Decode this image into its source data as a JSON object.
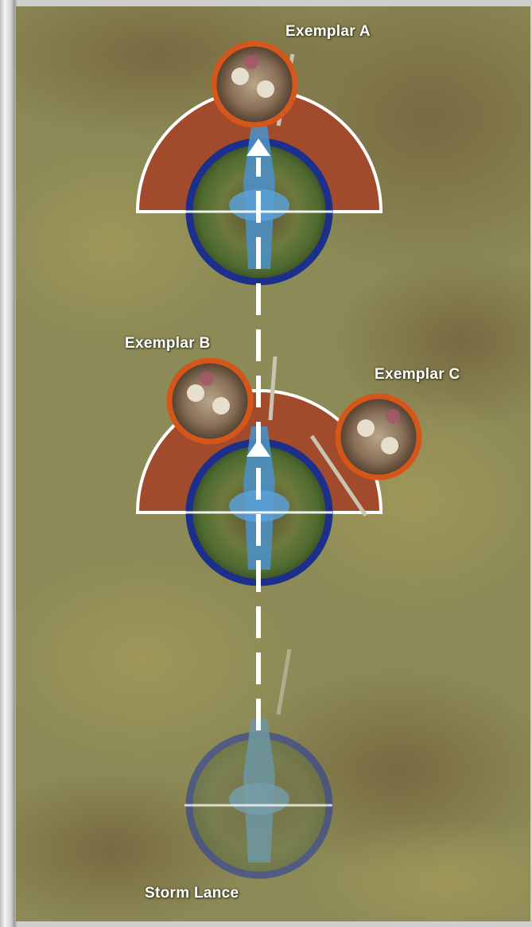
{
  "labels": {
    "exemplar_a": "Exemplar A",
    "exemplar_b": "Exemplar B",
    "exemplar_c": "Exemplar C",
    "storm_lance": "Storm Lance"
  },
  "colors": {
    "board_base": "#8e8a58",
    "dirt_patch": "#7a6a42",
    "arc_fill": "#a44a2c",
    "arc_edge": "#ffffff",
    "player_ring": "#1c2f8c",
    "enemy_ring": "#d4561a",
    "marker": "#ffffff"
  },
  "icons": {
    "movement_arrow": "arrow-up-icon",
    "player_model": "storm-lance-base-icon",
    "enemy_model": "exemplar-base-icon",
    "front_arc": "front-arc-icon"
  }
}
